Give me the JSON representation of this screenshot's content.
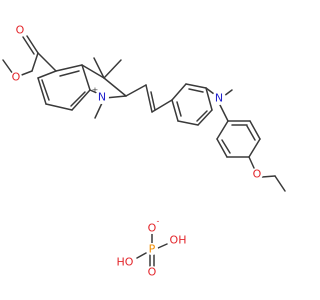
{
  "atoms": {
    "o_ester_carbonyl": "O",
    "o_ester": "O",
    "n_indolium": "N",
    "n_indolium_charge": "+",
    "n_amine": "N",
    "o_ether": "O",
    "p": "P",
    "o_phos_minus": "O",
    "o_phos_minus_charge": "-",
    "oh_right": "OH",
    "oh_left": "HO",
    "o_phos_double": "O"
  },
  "colors": {
    "bond": "#3a3a3a",
    "oxygen": "#e3262b",
    "nitrogen": "#2222cc",
    "phosphorus": "#f08c00"
  }
}
